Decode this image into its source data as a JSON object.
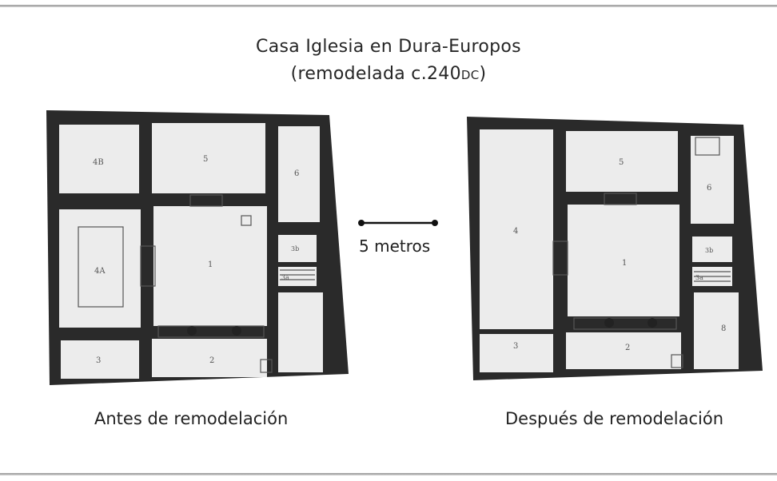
{
  "title": {
    "line1": "Casa Iglesia en Dura-Europos",
    "line2_prefix": "(remodelada c.240",
    "line2_era": "DC",
    "line2_suffix": ")"
  },
  "scale_bar": {
    "label": "5 metros"
  },
  "plan_before": {
    "caption": "Antes de remodelación",
    "room_labels": {
      "r4b": "4B",
      "r5": "5",
      "r6": "6",
      "r4a": "4A",
      "r1": "1",
      "r3": "3",
      "r2": "2",
      "r3b": "3b",
      "r3a": "3a"
    }
  },
  "plan_after": {
    "caption": "Después de remodelación",
    "room_labels": {
      "r5": "5",
      "r6": "6",
      "r4": "4",
      "r1": "1",
      "r3": "3",
      "r2": "2",
      "r8": "8",
      "r3b": "3b",
      "r3a": "3a"
    }
  },
  "colors": {
    "wall": "#2a2a2a",
    "floor": "#ececec",
    "text": "#222222",
    "rule": "#9a9a9a"
  }
}
